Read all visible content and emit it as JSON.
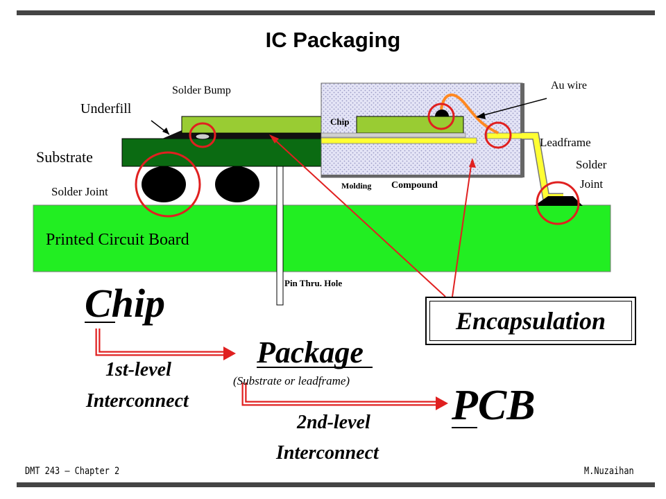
{
  "title": "IC Packaging",
  "labels": {
    "solder_bump": "Solder Bump",
    "underfill": "Underfill",
    "substrate": "Substrate",
    "solder_joint_left": "Solder Joint",
    "au_wire": "Au wire",
    "chip_small": "Chip",
    "leadframe": "Leadframe",
    "solder_joint_right_1": "Solder",
    "solder_joint_right_2": "Joint",
    "molding_compound_1": "Molding",
    "molding_compound_2": "Compound",
    "printed_circuit_board": "Printed Circuit Board",
    "pin_thru_hole": "Pin Thru. Hole"
  },
  "hierarchy": {
    "chip": "Chip",
    "package": "Package",
    "package_sub": "(Substrate or leadframe)",
    "first_level_1": "1st-level",
    "first_level_2": "Interconnect",
    "pcb": "PCB",
    "second_level_1": "2nd-level",
    "second_level_2": "Interconnect",
    "encapsulation": "Encapsulation"
  },
  "footer": {
    "left": "DMT 243 – Chapter 2",
    "right": "M.Nuzaihan"
  },
  "colors": {
    "pcb_green": "#22ee22",
    "substrate_green": "#0b6b12",
    "chip_green": "#99cc33",
    "leadframe_yellow": "#ffff33",
    "highlight_red": "#e02020",
    "wire_orange": "#ff8822",
    "molding_fill": "#d7d7f2"
  }
}
